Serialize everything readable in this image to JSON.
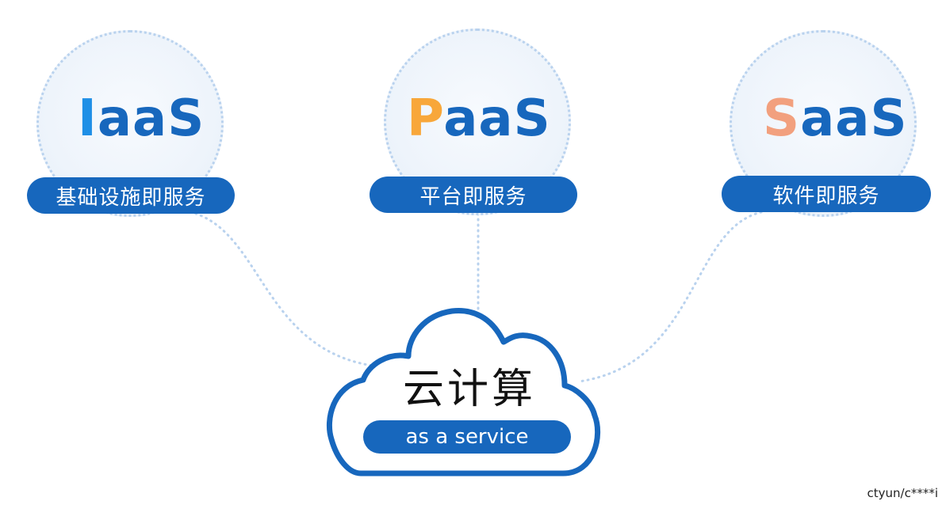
{
  "services": [
    {
      "first_letter": "I",
      "rest": "aaS",
      "accent": "#1f8fe6",
      "label": "基础设施即服务"
    },
    {
      "first_letter": "P",
      "rest": "aaS",
      "accent": "#f8a73a",
      "label": "平台即服务"
    },
    {
      "first_letter": "S",
      "rest": "aaS",
      "accent": "#f2a07e",
      "label": "软件即服务"
    }
  ],
  "cloud": {
    "title": "云计算",
    "subtitle": "as a service"
  },
  "watermark": "ctyun/c****i",
  "colors": {
    "primary": "#1767bd",
    "dotted": "#b9d2ee",
    "bubble": "#eef4fb"
  }
}
